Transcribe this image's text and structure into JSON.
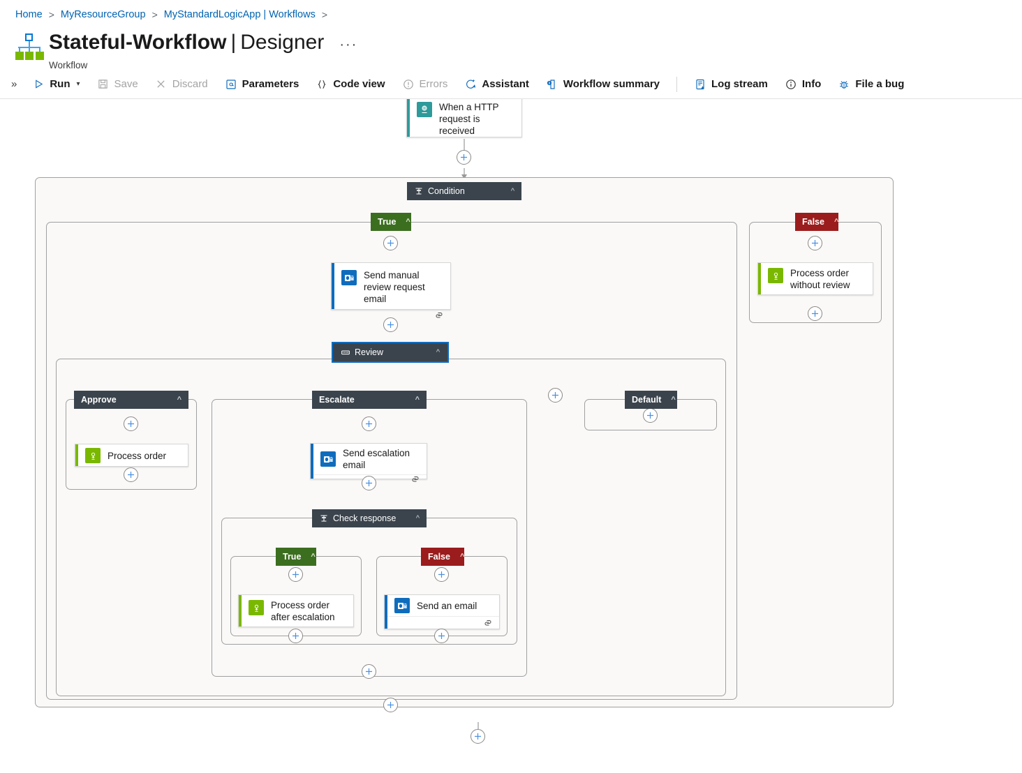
{
  "breadcrumb": {
    "items": [
      "Home",
      "MyResourceGroup",
      "MyStandardLogicApp | Workflows"
    ],
    "separator": ">"
  },
  "header": {
    "title_bold": "Stateful-Workflow",
    "title_sep": "|",
    "title_rest": "Designer",
    "ellipsis": "···",
    "subtitle": "Workflow",
    "icon": "workflow-hierarchy-icon"
  },
  "toolbar": {
    "overflow_chevron": "»",
    "items": [
      {
        "label": "Run",
        "icon": "play-icon",
        "disabled": false,
        "caret": true
      },
      {
        "label": "Save",
        "icon": "save-disk-icon",
        "disabled": true,
        "caret": false
      },
      {
        "label": "Discard",
        "icon": "close-x-icon",
        "disabled": true,
        "caret": false
      },
      {
        "label": "Parameters",
        "icon": "at-bracket-icon",
        "disabled": false,
        "caret": false
      },
      {
        "label": "Code view",
        "icon": "curly-braces-icon",
        "disabled": false,
        "caret": false
      },
      {
        "label": "Errors",
        "icon": "warning-circle-icon",
        "disabled": true,
        "caret": false
      },
      {
        "label": "Assistant",
        "icon": "sparkle-chat-icon",
        "disabled": false,
        "caret": false
      },
      {
        "label": "Workflow summary",
        "icon": "document-summary-icon",
        "disabled": false,
        "caret": false
      },
      {
        "label": "Log stream",
        "icon": "log-list-icon",
        "disabled": false,
        "caret": false,
        "divider_before": true
      },
      {
        "label": "Info",
        "icon": "info-circle-icon",
        "disabled": false,
        "caret": false
      },
      {
        "label": "File a bug",
        "icon": "bug-icon",
        "disabled": false,
        "caret": false
      }
    ]
  },
  "colors": {
    "link": "#0063b1",
    "pill_dark": "#3b444d",
    "true_green": "#3c6e1f",
    "false_red": "#9b1c1c",
    "outlook_blue": "#0f6cbd",
    "office_green": "#7ab800",
    "request_teal": "#2e9a9a",
    "selected_outline": "#0f6cbd",
    "edge_gray": "#9a9a9a",
    "scope_bg": "#faf9f8"
  },
  "designer": {
    "trigger": {
      "label": "When a HTTP request is received",
      "icon": "http-request-icon"
    },
    "condition": {
      "label": "Condition",
      "icon": "condition-icon",
      "caret": "ⱏ"
    },
    "condition_true": {
      "label": "True",
      "caret": "ⱏ"
    },
    "condition_false": {
      "label": "False",
      "caret": "ⱏ"
    },
    "send_manual_review": {
      "label": "Send manual review request email",
      "icon": "outlook-icon",
      "footer_icon": "connection-link-icon"
    },
    "process_without_review": {
      "label": "Process order without review",
      "icon": "office365-users-icon"
    },
    "review_switch": {
      "label": "Review",
      "icon": "switch-icon",
      "caret": "ⱏ",
      "selected": true
    },
    "case_approve": {
      "label": "Approve",
      "caret": "ⱏ"
    },
    "case_escalate": {
      "label": "Escalate",
      "caret": "ⱏ"
    },
    "case_default": {
      "label": "Default",
      "caret": "ⱏ"
    },
    "process_order": {
      "label": "Process order",
      "icon": "office365-users-icon"
    },
    "send_escalation_email": {
      "label": "Send escalation email",
      "icon": "outlook-icon",
      "footer_icon": "connection-link-icon"
    },
    "check_response": {
      "label": "Check response",
      "icon": "condition-icon",
      "caret": "ⱏ"
    },
    "check_true": {
      "label": "True",
      "caret": "ⱏ"
    },
    "check_false": {
      "label": "False",
      "caret": "ⱏ"
    },
    "process_after_escalation": {
      "label": "Process order after escalation",
      "icon": "office365-users-icon"
    },
    "send_an_email": {
      "label": "Send an email",
      "icon": "outlook-icon",
      "footer_icon": "connection-link-icon"
    },
    "add_button_label": "+"
  }
}
